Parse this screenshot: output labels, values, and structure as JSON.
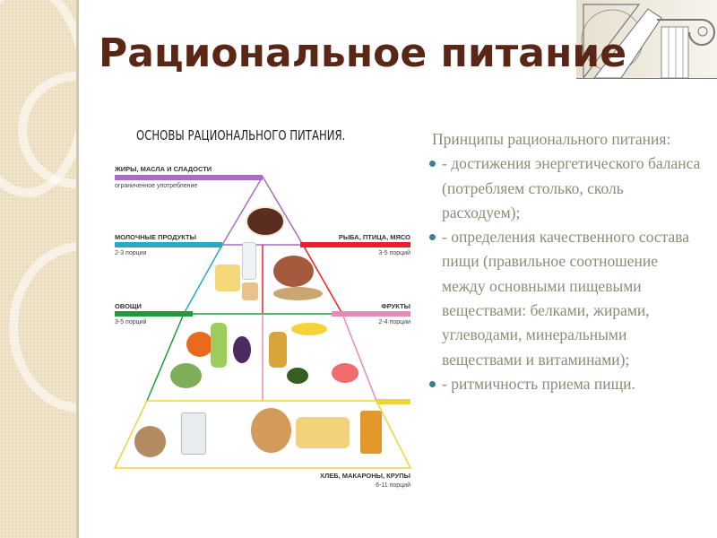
{
  "slide": {
    "title": "Рациональное питание"
  },
  "figure": {
    "title": "ОСНОВЫ РАЦИОНАЛЬНОГО ПИТАНИЯ.",
    "tiers": [
      {
        "name": "ЖИРЫ, МАСЛА И СЛАДОСТИ",
        "note": "ограниченное употребление",
        "color": "#a96cc0"
      },
      {
        "name": "МОЛОЧНЫЕ ПРОДУКТЫ",
        "note": "2-3 порции",
        "color": "#2aa9c4"
      },
      {
        "name": "РЫБА, ПТИЦА, МЯСО",
        "note": "3-5 порций",
        "color": "#e8202a"
      },
      {
        "name": "ОВОЩИ",
        "note": "3-5 порций",
        "color": "#1f9a3c"
      },
      {
        "name": "ФРУКТЫ",
        "note": "2-4 порции",
        "color": "#e78ab8"
      },
      {
        "name": "ХЛЕБ, МАКАРОНЫ, КРУПЫ",
        "note": "6-11 порций",
        "color": "#f0d23a"
      }
    ]
  },
  "principles": {
    "heading": "Принципы рационального питания:",
    "items": [
      "- достижения энергетического баланса (потребляем столько, сколь расходуем);",
      "- определения качественного состава пищи (правильное соотношение между основными пищевыми веществами: белками, жирами, углеводами, минеральными веществами и витаминами);",
      "- ритмичность приема пищи."
    ],
    "bullet_color": "#3b7f96",
    "text_color": "#8c8b78"
  },
  "colors": {
    "title": "#5a2616"
  }
}
